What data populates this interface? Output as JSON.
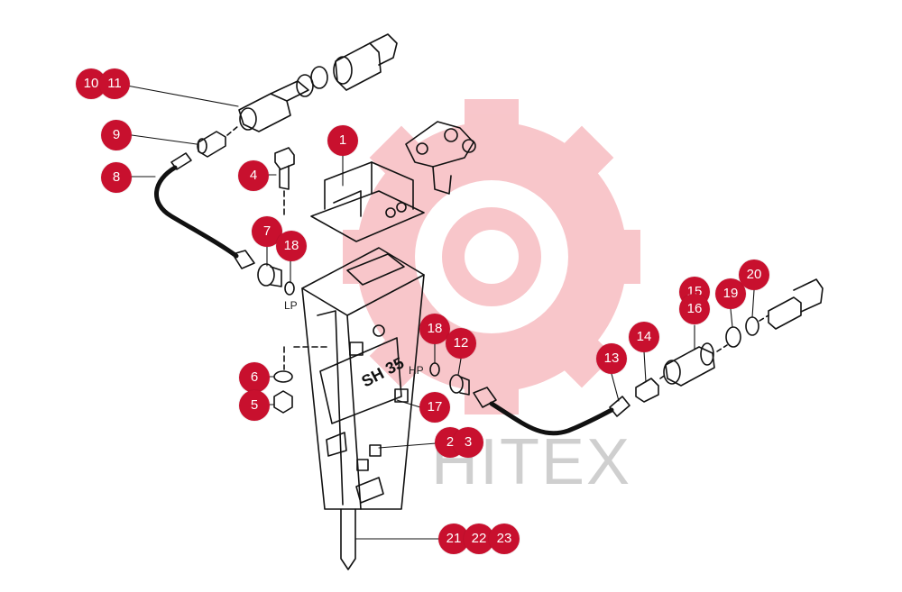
{
  "watermark": {
    "text": "HITEX",
    "gear_color": "#f6b3b9",
    "text_color": "#cfcfcf"
  },
  "model_stamp": "SH 35",
  "pressure_labels": {
    "lp": "LP",
    "hp": "HP"
  },
  "callout_color": "#c8102e",
  "callouts": [
    {
      "id": "c10",
      "label": "10"
    },
    {
      "id": "c11",
      "label": "11"
    },
    {
      "id": "c9",
      "label": "9"
    },
    {
      "id": "c8",
      "label": "8"
    },
    {
      "id": "c4",
      "label": "4"
    },
    {
      "id": "c1",
      "label": "1"
    },
    {
      "id": "c7",
      "label": "7"
    },
    {
      "id": "c18a",
      "label": "18"
    },
    {
      "id": "c6",
      "label": "6"
    },
    {
      "id": "c5",
      "label": "5"
    },
    {
      "id": "c18b",
      "label": "18"
    },
    {
      "id": "c12",
      "label": "12"
    },
    {
      "id": "c17",
      "label": "17"
    },
    {
      "id": "c2",
      "label": "2"
    },
    {
      "id": "c3",
      "label": "3"
    },
    {
      "id": "c21",
      "label": "21"
    },
    {
      "id": "c22",
      "label": "22"
    },
    {
      "id": "c23",
      "label": "23"
    },
    {
      "id": "c13",
      "label": "13"
    },
    {
      "id": "c14",
      "label": "14"
    },
    {
      "id": "c15",
      "label": "15"
    },
    {
      "id": "c16",
      "label": "16"
    },
    {
      "id": "c19",
      "label": "19"
    },
    {
      "id": "c20",
      "label": "20"
    }
  ]
}
